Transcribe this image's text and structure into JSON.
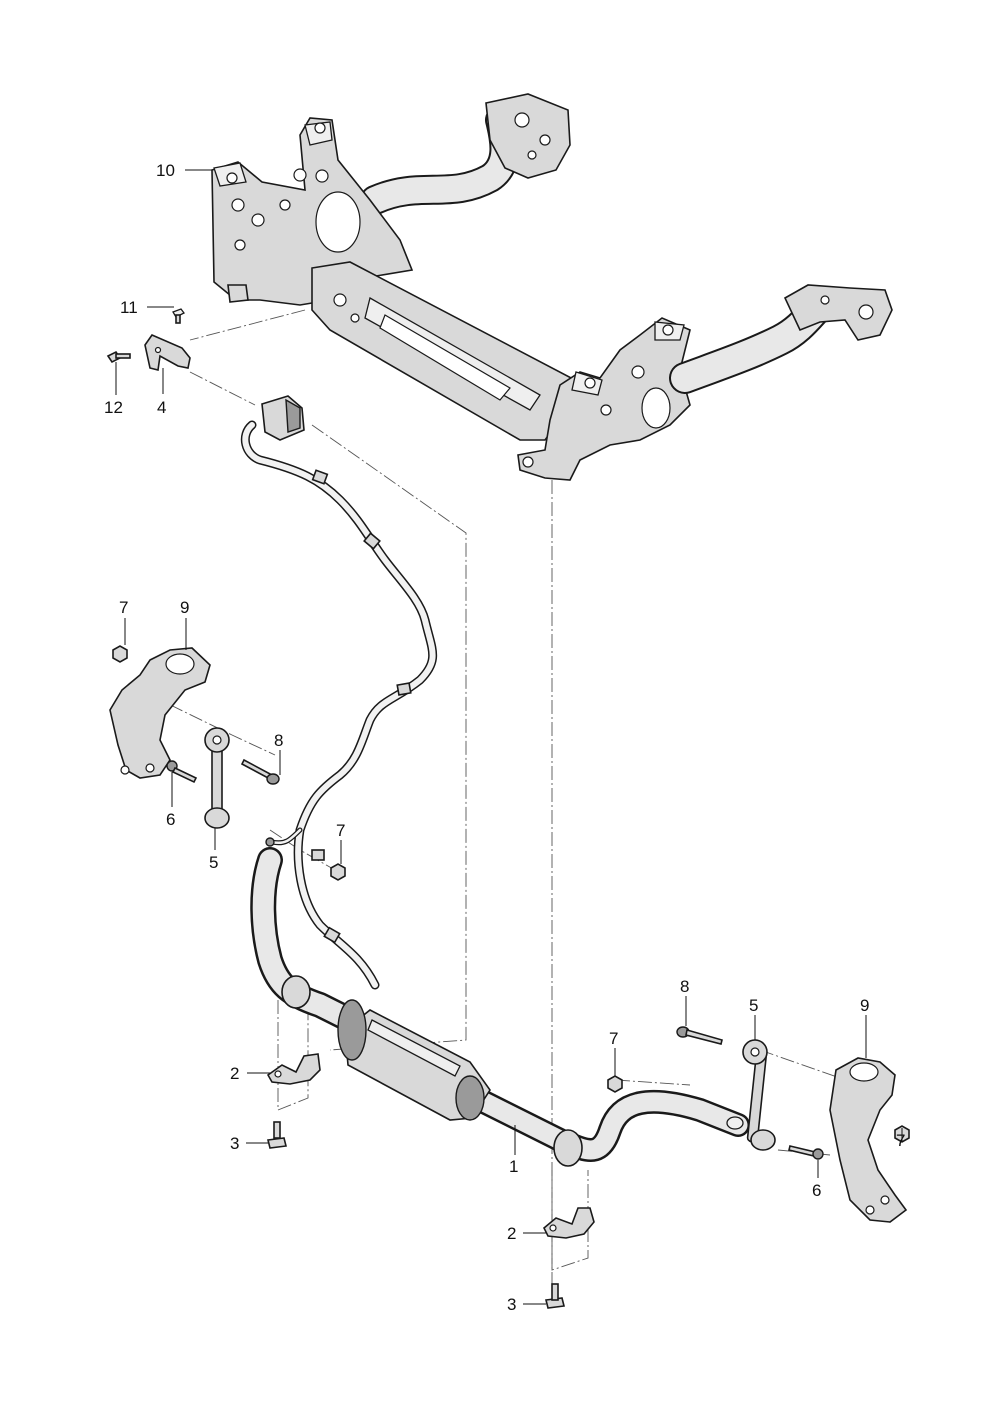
{
  "callouts": {
    "c10": "10",
    "c11": "11",
    "c12": "12",
    "c4": "4",
    "c7_left_top": "7",
    "c9_left": "9",
    "c8_left": "8",
    "c6_left": "6",
    "c5_left": "5",
    "c7_center": "7",
    "c2_left": "2",
    "c3_left": "3",
    "c1": "1",
    "c8_right": "8",
    "c5_right": "5",
    "c9_right": "9",
    "c7_right_upper": "7",
    "c7_right": "7",
    "c6_right": "6",
    "c2_right": "2",
    "c3_right": "3"
  }
}
